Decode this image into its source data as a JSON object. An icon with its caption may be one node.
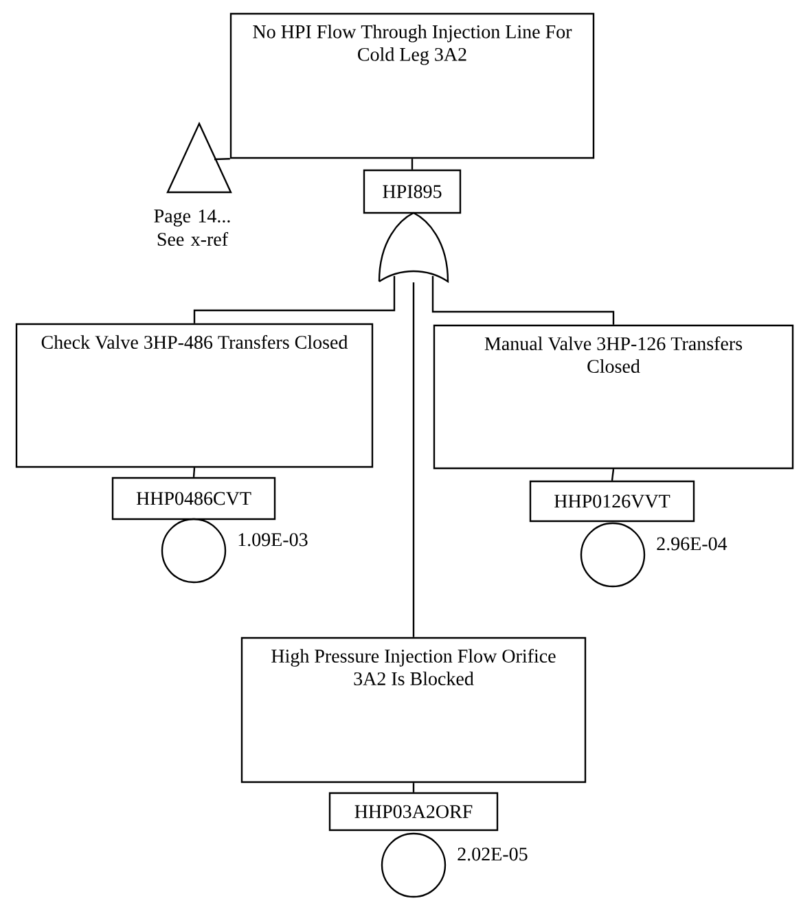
{
  "diagram": {
    "nodes": [
      {
        "text": [
          "No HPI Flow Through Injection Line For Cold Leg 3A2"
        ]
      },
      {
        "text": [
          "HPI895"
        ]
      },
      {
        "text": [],
        "shape": "gate"
      },
      {
        "text": [],
        "shape": "triangle",
        "beside": [
          "Page 14... See x-ref"
        ]
      },
      {
        "text": [
          "Check Valve 3HP-486 Transfers Closed"
        ]
      },
      {
        "text": [
          "HHP0486CVT"
        ]
      },
      {
        "text": [],
        "shape": "circle",
        "beside": [
          "1.09E-03"
        ]
      },
      {
        "text": [
          "Manual Valve 3HP-126 Transfers Closed"
        ]
      },
      {
        "text": [
          "HHP0126VVT"
        ]
      },
      {
        "text": [],
        "shape": "circle",
        "beside": [
          "2.96E-04"
        ]
      },
      {
        "text": [
          "High Pressure Injection Flow Orifice 3A2 Is Blocked"
        ]
      },
      {
        "text": [
          "HHP03A2ORF"
        ]
      },
      {
        "text": [],
        "shape": "circle",
        "beside": [
          "2.02E-05"
        ]
      }
    ],
    "edges": [
      {
        "from": 0,
        "to": 1,
        "arrow": "none"
      },
      {
        "from": 3,
        "to": 0,
        "arrow": "none"
      },
      {
        "from": 2,
        "to": 4,
        "arrow": "none"
      },
      {
        "from": 2,
        "to": 7,
        "arrow": "none"
      },
      {
        "from": 2,
        "to": 10,
        "arrow": "none"
      },
      {
        "from": 4,
        "to": 5,
        "arrow": "none"
      },
      {
        "from": 7,
        "to": 8,
        "arrow": "none"
      },
      {
        "from": 10,
        "to": 11,
        "arrow": "none"
      }
    ]
  }
}
